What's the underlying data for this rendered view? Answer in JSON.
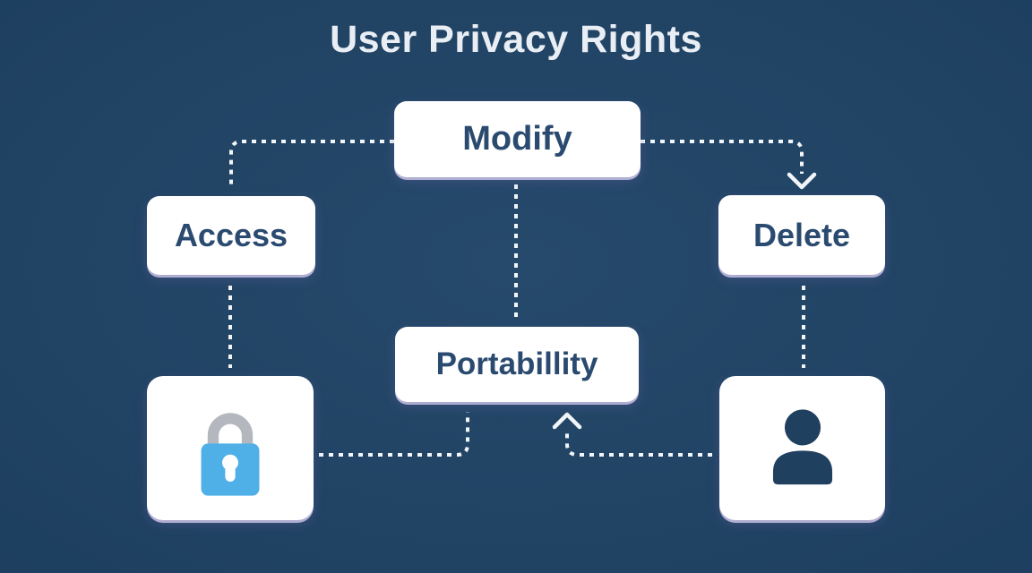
{
  "diagram": {
    "title": "User Privacy Rights",
    "nodes": {
      "modify": {
        "label": "Modify"
      },
      "access": {
        "label": "Access"
      },
      "delete": {
        "label": "Delete"
      },
      "portability": {
        "label": "Portabillity"
      },
      "lock": {
        "icon": "lock-icon"
      },
      "user": {
        "icon": "user-icon"
      }
    },
    "connectors": [
      "modify-left-to-access-top",
      "modify-right-to-delete-top-arrow-down",
      "modify-bottom-to-portability-top",
      "access-bottom-to-lock-top",
      "delete-bottom-to-user-top",
      "lock-right-to-portability-bottom",
      "user-left-to-portability-bottom-arrow-up"
    ],
    "colors": {
      "background": "#264a6c",
      "background_edge": "#1d3e5e",
      "card": "#ffffff",
      "card_text": "#2a4a70",
      "title_text": "#e9eef5",
      "connector": "#f2f6fa",
      "lock_body": "#4fb0e8",
      "lock_shackle": "#b4b8be",
      "lock_keyhole": "#ffffff",
      "user_icon": "#20405f"
    }
  }
}
